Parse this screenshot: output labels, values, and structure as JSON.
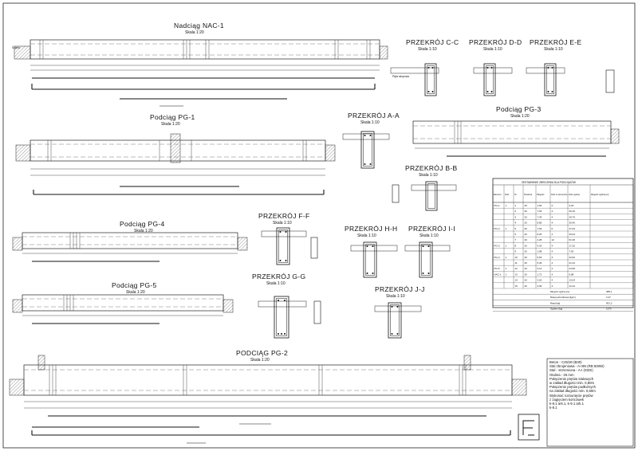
{
  "beams": [
    {
      "id": "nac1",
      "title": "Nadciąg NAC-1",
      "scale": "Skala 1:20"
    },
    {
      "id": "pg1",
      "title": "Podciąg PG-1",
      "scale": "Skala 1:20"
    },
    {
      "id": "pg3",
      "title": "Podciąg PG-3",
      "scale": "Skala 1:20"
    },
    {
      "id": "pg4",
      "title": "Podciąg PG-4",
      "scale": "Skala 1:20"
    },
    {
      "id": "pg5",
      "title": "Podciąg PG-5",
      "scale": "Skala 1:20"
    },
    {
      "id": "pg2",
      "title": "PODCIĄG PG-2",
      "scale": "Skala 1:20"
    }
  ],
  "sections": [
    {
      "id": "cc",
      "title": "PRZEKRÓJ C-C",
      "scale": "Skala 1:10"
    },
    {
      "id": "dd",
      "title": "PRZEKRÓJ D-D",
      "scale": "Skala 1:10"
    },
    {
      "id": "ee",
      "title": "PRZEKRÓJ E-E",
      "scale": "Skala 1:10"
    },
    {
      "id": "aa",
      "title": "PRZEKRÓJ A-A",
      "scale": "Skala 1:10"
    },
    {
      "id": "bb",
      "title": "PRZEKRÓJ B-B",
      "scale": "Skala 1:10"
    },
    {
      "id": "ff",
      "title": "PRZEKRÓJ F-F",
      "scale": "Skala 1:10"
    },
    {
      "id": "hh",
      "title": "PRZEKRÓJ H-H",
      "scale": "Skala 1:10"
    },
    {
      "id": "ii",
      "title": "PRZEKRÓJ I-I",
      "scale": "Skala 1:10"
    },
    {
      "id": "gg",
      "title": "PRZEKRÓJ G-G",
      "scale": "Skala 1:10"
    },
    {
      "id": "jj",
      "title": "PRZEKRÓJ J-J",
      "scale": "Skala 1:10"
    }
  ],
  "labels": {
    "sciana": "Ściana",
    "plyta": "Płyta stropowa"
  },
  "notes": [
    "Beton - C25/30 (B30)",
    "Stal zbrojeniowa - A-IIIN (RB 500W)",
    "Stal - strzemiona - A-I (St3S)",
    "Otulina - 25 mm",
    "Połączenie prętów stalowych",
    "w zakład długości min. 0,80m",
    "Połączenie prętów podłużnych",
    "na zakład długości min. 0,60m",
    "Wykonać rozsunięcie prętów",
    "z zagięciem końcówek",
    "k-8.1 ark.1, k-9.1 ark.1",
    "k-8.1"
  ],
  "table": {
    "title": "ZESTAWIENIE ZBROJENIA DLA PODCIĄGÓW",
    "headers": [
      "Element",
      "Ilość",
      "Nr",
      "Średnica",
      "Długość",
      "Ilość w elemencie",
      "Ilość ogólna",
      "Długość ogólna [m]"
    ],
    "rows": [
      [
        "PG-1",
        "1",
        "1",
        "20",
        "1,60",
        "2",
        "3,20"
      ],
      [
        "",
        "",
        "2",
        "20",
        "7,54",
        "4",
        "30,16"
      ],
      [
        "",
        "",
        "3",
        "20",
        "7,44",
        "4",
        "29,76"
      ],
      [
        "",
        "",
        "4",
        "20",
        "8,85",
        "4",
        "35,40"
      ],
      [
        "PG-2",
        "1",
        "5",
        "20",
        "7,94",
        "6",
        "47,64"
      ],
      [
        "",
        "",
        "6",
        "20",
        "8,26",
        "4",
        "33,04"
      ],
      [
        "",
        "",
        "7",
        "20",
        "4,28",
        "12",
        "51,36"
      ],
      [
        "PG-3",
        "1",
        "8",
        "20",
        "4,33",
        "4",
        "17,32"
      ],
      [
        "",
        "",
        "9",
        "20",
        "1,98",
        "4",
        "7,92"
      ],
      [
        "PG-4",
        "1",
        "10",
        "20",
        "5,63",
        "4",
        "22,52"
      ],
      [
        "",
        "",
        "11",
        "20",
        "5,36",
        "4",
        "21,44"
      ],
      [
        "PG-5",
        "1",
        "12",
        "20",
        "6,14",
        "4",
        "24,56"
      ],
      [
        "NAC-1",
        "1",
        "13",
        "20",
        "1,72",
        "4",
        "6,88"
      ],
      [
        "",
        "",
        "14",
        "20",
        "3,26",
        "4",
        "13,04"
      ],
      [
        "",
        "",
        "15",
        "20",
        "3,06",
        "4",
        "12,24"
      ]
    ],
    "summary": [
      [
        "Długość ogólna [m]",
        "",
        "385,1"
      ],
      [
        "Masa jednostkowa [kg/m]",
        "",
        "2,47"
      ],
      [
        "Masa [kg]",
        "",
        "951,2"
      ],
      [
        "Ogółem [kg]",
        "",
        "1170"
      ]
    ]
  }
}
